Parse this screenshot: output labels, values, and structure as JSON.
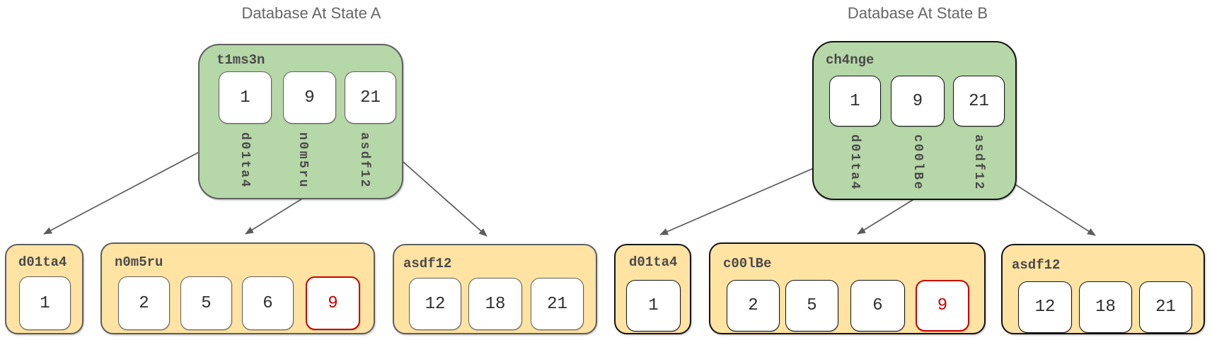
{
  "colors": {
    "container_green": "#b6d7a8",
    "table_yellow": "#ffe3a3",
    "border_gray": "#5f5f5f",
    "border_black": "#141414",
    "highlight_red": "#cc0000",
    "label_text": "#4a4a4a",
    "value_text": "#2e2e2e",
    "title_text": "#666666",
    "arrow": "#5c5c5c"
  },
  "diagrams": [
    {
      "title": "Database At State A",
      "root": {
        "label": "t1ms3n",
        "cells": [
          {
            "value": "1",
            "key": "d01ta4"
          },
          {
            "value": "9",
            "key": "n0m5ru"
          },
          {
            "value": "21",
            "key": "asdf12"
          }
        ]
      },
      "children": [
        {
          "label": "d01ta4",
          "cells": [
            {
              "value": "1"
            }
          ]
        },
        {
          "label": "n0m5ru",
          "cells": [
            {
              "value": "2"
            },
            {
              "value": "5"
            },
            {
              "value": "6"
            },
            {
              "value": "9",
              "highlighted": true
            }
          ]
        },
        {
          "label": "asdf12",
          "cells": [
            {
              "value": "12"
            },
            {
              "value": "18"
            },
            {
              "value": "21"
            }
          ]
        }
      ]
    },
    {
      "title": "Database At State B",
      "root": {
        "label": "ch4nge",
        "cells": [
          {
            "value": "1",
            "key": "d01ta4"
          },
          {
            "value": "9",
            "key": "c00lBe"
          },
          {
            "value": "21",
            "key": "asdf12"
          }
        ]
      },
      "children": [
        {
          "label": "d01ta4",
          "cells": [
            {
              "value": "1"
            }
          ]
        },
        {
          "label": "c00lBe",
          "cells": [
            {
              "value": "2"
            },
            {
              "value": "5"
            },
            {
              "value": "6"
            },
            {
              "value": "9",
              "highlighted": true
            }
          ]
        },
        {
          "label": "asdf12",
          "cells": [
            {
              "value": "12"
            },
            {
              "value": "18"
            },
            {
              "value": "21"
            }
          ]
        }
      ]
    }
  ]
}
